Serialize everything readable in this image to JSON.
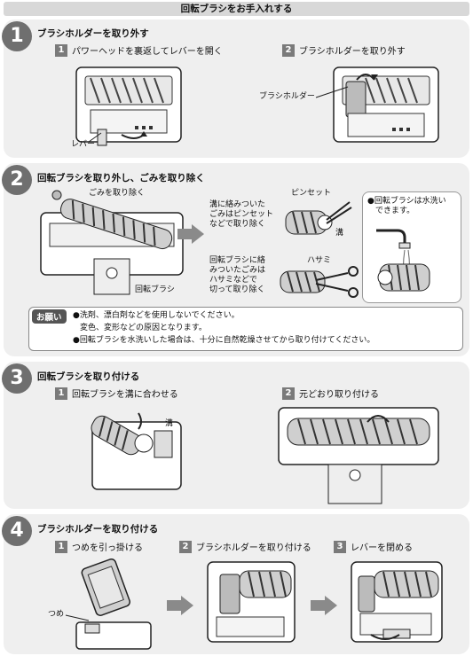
{
  "page_title": "回転ブラシをお手入れする",
  "sections": [
    {
      "number": "1",
      "title": "ブラシホルダーを取り外す",
      "steps": [
        {
          "num": "1",
          "text": "パワーヘッドを裏返してレバーを開く"
        },
        {
          "num": "2",
          "text": "ブラシホルダーを取り外す"
        }
      ],
      "labels": {
        "lever": "レバー",
        "brush_holder": "ブラシホルダー"
      }
    },
    {
      "number": "2",
      "title": "回転ブラシを取り外し、ごみを取り除く",
      "labels": {
        "remove_dust": "ごみを取り除く",
        "rotating_brush": "回転ブラシ",
        "groove_note": "溝に絡みついた\nごみはピンセット\nなどで取り除く",
        "tweezers": "ピンセット",
        "groove": "溝",
        "scissors_note": "回転ブラシに絡\nみついたごみは\nハサミなどで\n切って取り除く",
        "scissors": "ハサミ",
        "washable": "●回転ブラシは水洗い\n　できます。"
      },
      "notice": {
        "badge": "お願い",
        "line1": "●洗剤、漂白剤などを使用しないでください。",
        "line2": "変色、変形などの原因となります。",
        "line3": "●回転ブラシを水洗いした場合は、十分に自然乾燥させてから取り付けてください。"
      }
    },
    {
      "number": "3",
      "title": "回転ブラシを取り付ける",
      "steps": [
        {
          "num": "1",
          "text": "回転ブラシを溝に合わせる"
        },
        {
          "num": "2",
          "text": "元どおり取り付ける"
        }
      ],
      "labels": {
        "groove": "溝"
      }
    },
    {
      "number": "4",
      "title": "ブラシホルダーを取り付ける",
      "steps": [
        {
          "num": "1",
          "text": "つめを引っ掛ける"
        },
        {
          "num": "2",
          "text": "ブラシホルダーを取り付ける"
        },
        {
          "num": "3",
          "text": "レバーを閉める"
        }
      ],
      "labels": {
        "claw": "つめ"
      }
    }
  ],
  "colors": {
    "section_bg": "#efefef",
    "badge": "#6f6f6f",
    "step_box": "#7a7a7a",
    "arrow": "#8a8a8a"
  }
}
